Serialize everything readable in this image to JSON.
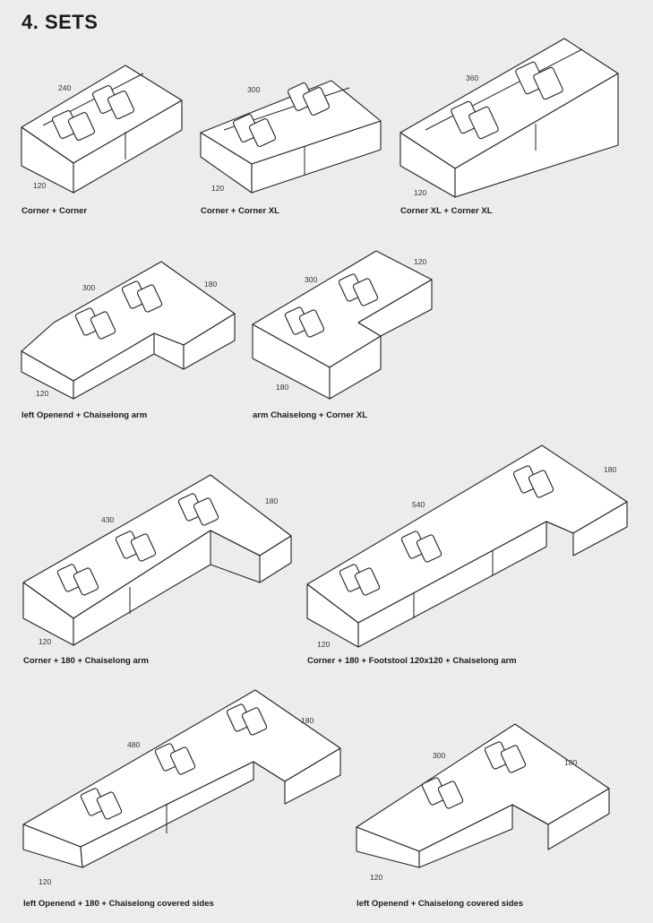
{
  "page": {
    "title": "4. SETS"
  },
  "sets": [
    {
      "caption": "Corner + Corner",
      "width": "240",
      "depth": "120"
    },
    {
      "caption": "Corner + Corner XL",
      "width": "300",
      "depth": "120"
    },
    {
      "caption": "Corner XL + Corner XL",
      "width": "360",
      "depth": "120"
    },
    {
      "caption": "left Openend + Chaiselong arm",
      "width": "300",
      "depth": "120",
      "chaise": "180"
    },
    {
      "caption": "arm Chaiselong + Corner XL",
      "width": "300",
      "depth": "180",
      "chaise": "120"
    },
    {
      "caption": "Corner + 180 + Chaiselong arm",
      "width": "430",
      "depth": "120",
      "chaise": "180"
    },
    {
      "caption": "Corner + 180 + Footstool 120x120 + Chaiselong arm",
      "width": "540",
      "depth": "120",
      "chaise": "180"
    },
    {
      "caption": "left Openend + 180 + Chaiselong covered sides",
      "width": "480",
      "depth": "120",
      "chaise": "180"
    },
    {
      "caption": "left Openend + Chaiselong covered sides",
      "width": "300",
      "depth": "120",
      "chaise": "180"
    }
  ]
}
